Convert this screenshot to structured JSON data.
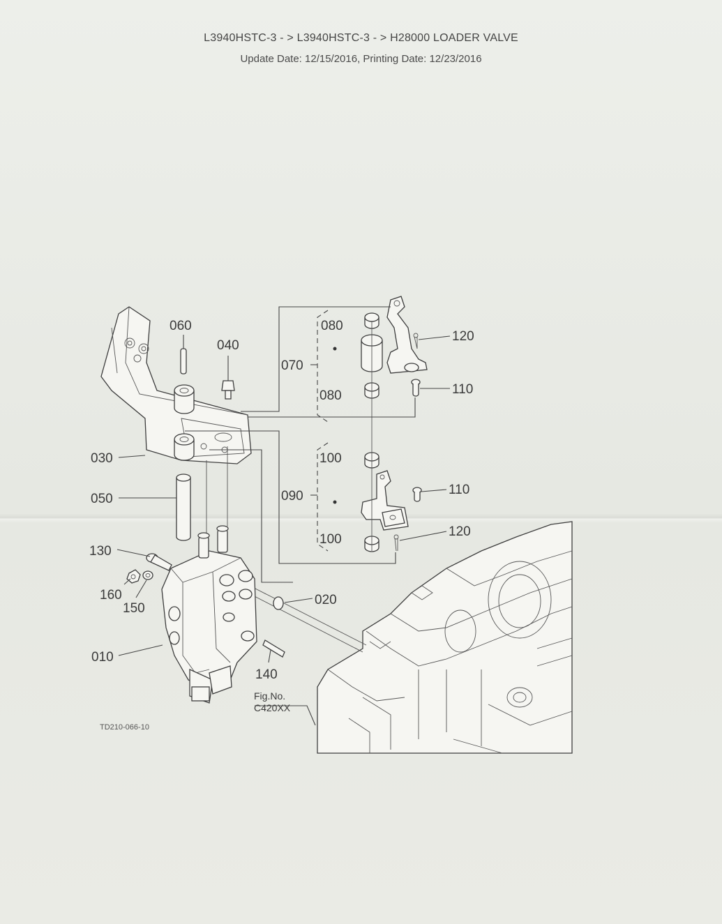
{
  "header": {
    "line1": "L3940HSTC-3 - > L3940HSTC-3 - > H28000   LOADER VALVE",
    "line2": "Update Date: 12/15/2016, Printing Date: 12/23/2016"
  },
  "diagram": {
    "part_labels": {
      "p010": "010",
      "p020": "020",
      "p030": "030",
      "p040": "040",
      "p050": "050",
      "p060": "060",
      "p070": "070",
      "p080a": "080",
      "p080b": "080",
      "p090": "090",
      "p100a": "100",
      "p100b": "100",
      "p110a": "110",
      "p110b": "110",
      "p120a": "120",
      "p120b": "120",
      "p130": "130",
      "p140": "140",
      "p150": "150",
      "p160": "160"
    },
    "fig_ref": {
      "label": "Fig.No.",
      "number": "C420XX"
    },
    "drawing_code": "TD210-066-10"
  }
}
